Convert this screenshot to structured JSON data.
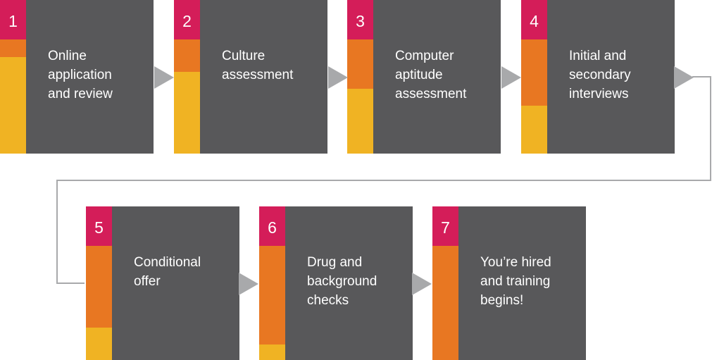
{
  "colors": {
    "panel": "#58585a",
    "number_cell": "#d41d59",
    "orange": "#e87722",
    "yellow": "#f0b323",
    "connector": "#a8a9ab"
  },
  "steps": [
    {
      "number": "1",
      "label": "Online\napplication\nand review",
      "bar": {
        "orange_frac": 0.11,
        "yellow_frac": 0.63
      }
    },
    {
      "number": "2",
      "label": "Culture\nassessment",
      "bar": {
        "orange_frac": 0.21,
        "yellow_frac": 0.53
      }
    },
    {
      "number": "3",
      "label": "Computer\naptitude\nassessment",
      "bar": {
        "orange_frac": 0.32,
        "yellow_frac": 0.42
      }
    },
    {
      "number": "4",
      "label": "Initial and\nsecondary\ninterviews",
      "bar": {
        "orange_frac": 0.43,
        "yellow_frac": 0.31
      }
    },
    {
      "number": "5",
      "label": "Conditional\noffer",
      "bar": {
        "orange_frac": 0.53,
        "yellow_frac": 0.21
      }
    },
    {
      "number": "6",
      "label": "Drug and\nbackground\nchecks",
      "bar": {
        "orange_frac": 0.64,
        "yellow_frac": 0.1
      }
    },
    {
      "number": "7",
      "label": "You’re hired\nand training\nbegins!",
      "bar": {
        "orange_frac": 0.74,
        "yellow_frac": 0.0
      }
    }
  ]
}
